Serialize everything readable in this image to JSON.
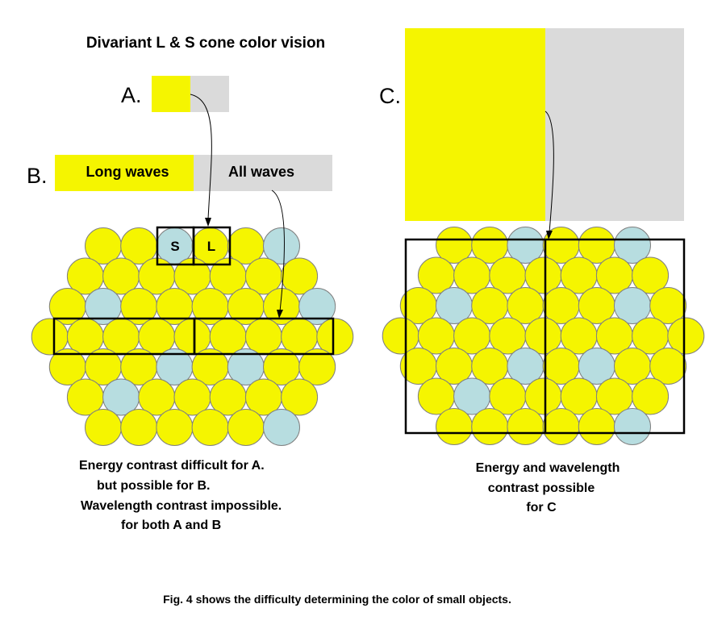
{
  "title": "Divariant L & S cone color vision",
  "panels": {
    "a": {
      "label": "A."
    },
    "b": {
      "label": "B.",
      "left_band": "Long waves",
      "right_band": "All waves"
    },
    "c": {
      "label": "C."
    }
  },
  "cone_labels": {
    "s": "S",
    "l": "L"
  },
  "captions": {
    "left": [
      "Energy contrast difficult for A.",
      "but possible for B.",
      "Wavelength contrast impossible.",
      "for both A and B"
    ],
    "right": [
      "Energy and wavelength",
      "contrast possible",
      "for C"
    ]
  },
  "figure_caption": "Fig. 4 shows the difficulty determining the color of small objects.",
  "colors": {
    "yellow": "#f5f500",
    "gray": "#dadada",
    "s_cone": "#b7dde0",
    "outline": "#000000"
  }
}
